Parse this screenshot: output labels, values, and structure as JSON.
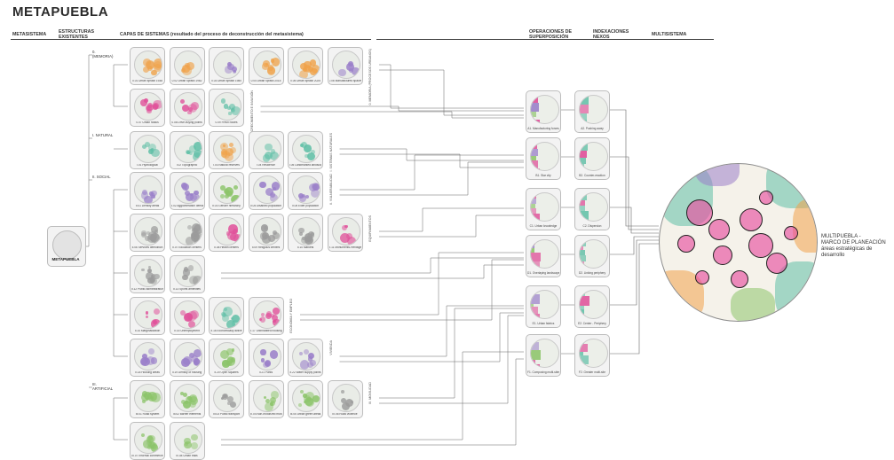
{
  "title": "METAPUEBLA",
  "headers": {
    "metasistema": "METASISTEMA",
    "estructuras": "ESTRUCTURAS EXISTENTES",
    "capas": "CAPAS DE SISTEMAS (resultado del proceso de deconstrucción del metasistema)",
    "operaciones": "OPERACIONES DE SUPERPOSICIÓN",
    "indexaciones": "INDEXACIONES NEXOS",
    "multisistema": "MULTISISTEMA"
  },
  "metasistema_label": "METAPUEBLA",
  "groups": [
    "0. (MEMORIA)",
    "I. NATURAL",
    "II. SOCIAL",
    "III. ARTIFICIAL"
  ],
  "rows": [
    [
      "0.01 Urban sprawl 1938",
      "0.02 Urban sprawl 1962",
      "0.03 Urban sprawl 1980",
      "0.04 Urban sprawl 2015",
      "0.05 Urban sprawl 2025",
      "0.06 Manufactured spaces"
    ],
    [
      "0.07 Urban radius",
      "0.08 Drive-buying points",
      "0.09 Fresh routes"
    ],
    [
      "I.01 Hydrological",
      "I.02 Topographic",
      "I.03 Natural reserves",
      "I.04 Resilience",
      "I.05 Landmarked landscape"
    ],
    [
      "II.01 Density areas",
      "II.02 Agglomeration density",
      "II.03 Gender hierarchy",
      "II.04 Disabled population",
      "II.05 Elder population"
    ],
    [
      "II.06 Services demolition",
      "II.07 Education centers",
      "II.08 Health centers",
      "II.09 Religious centers",
      "II.10 Markets",
      "II.11 Monuments-Heritage"
    ],
    [
      "II.12 Public administration",
      "II.13 Sports amenities"
    ],
    [
      "II.14 Marginalization",
      "II.15 Unemployment",
      "II.16 Economically active",
      "II.17 Uninhabited housing"
    ],
    [
      "II.18 Housing areas",
      "II.19 Density of housing",
      "II.20 Open squares",
      "II.21 Parks",
      "II.22 Water supply points"
    ],
    [
      "III.01 Road system",
      "III.02 Barrier elements",
      "III.03 Public transport",
      "III.04 Non-motorized mob.",
      "III.05 Urban green areas",
      "III.06 Road violence"
    ],
    [
      "III.07 Informal commerce",
      "III.08 Urban trails"
    ]
  ],
  "row_labels": [
    "0. Memoria (procesos urbanos)",
    "Crecimiento e invasión",
    "I. Sistemas naturales",
    "II. Vulnerabilidad",
    "Equipamientos",
    "",
    "Economía y empleo",
    "Vivienda",
    "III. Movilidad",
    ""
  ],
  "operations": [
    "A1. Manufacturing forces",
    "B1. Star city",
    "C1. Urban knowledge",
    "D1. Overlaying landscapes",
    "E1. Urban fabrics",
    "F1. Composing multi-sites"
  ],
  "indexations": [
    "A2. Pushing away",
    "B2. Counter-reaction",
    "C2. Dispersion",
    "D2. Linking periphery",
    "E2. Center - Periphery",
    "F2. Greater multi-site"
  ],
  "multisistema": {
    "line1": "MULTIPUEBLA -",
    "line2": "MARCO DE PLANEACIÓN",
    "line3": "áreas estratégicas de desarrollo"
  },
  "colors": {
    "pink": "#e0509a",
    "teal": "#5fbfa6",
    "orange": "#f0a24a",
    "purple": "#9a7fc9",
    "green": "#8cc46a",
    "grey": "#9b9b9b"
  }
}
